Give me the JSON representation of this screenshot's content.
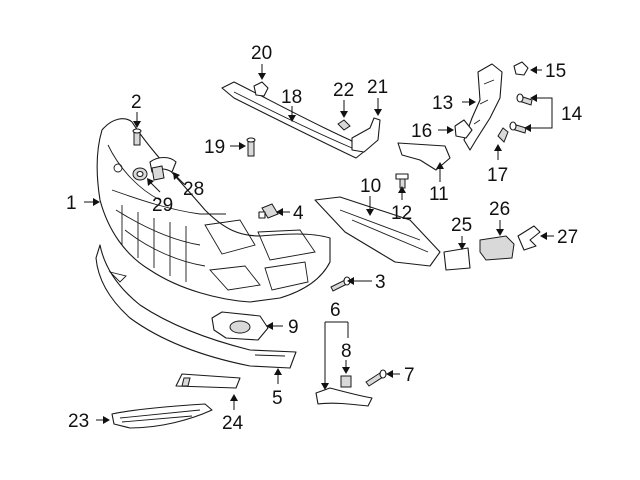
{
  "diagram": {
    "callouts": [
      "1",
      "2",
      "3",
      "4",
      "5",
      "6",
      "7",
      "8",
      "9",
      "10",
      "11",
      "12",
      "13",
      "14",
      "15",
      "16",
      "17",
      "18",
      "19",
      "20",
      "21",
      "22",
      "23",
      "24",
      "25",
      "26",
      "27",
      "28",
      "29"
    ]
  }
}
